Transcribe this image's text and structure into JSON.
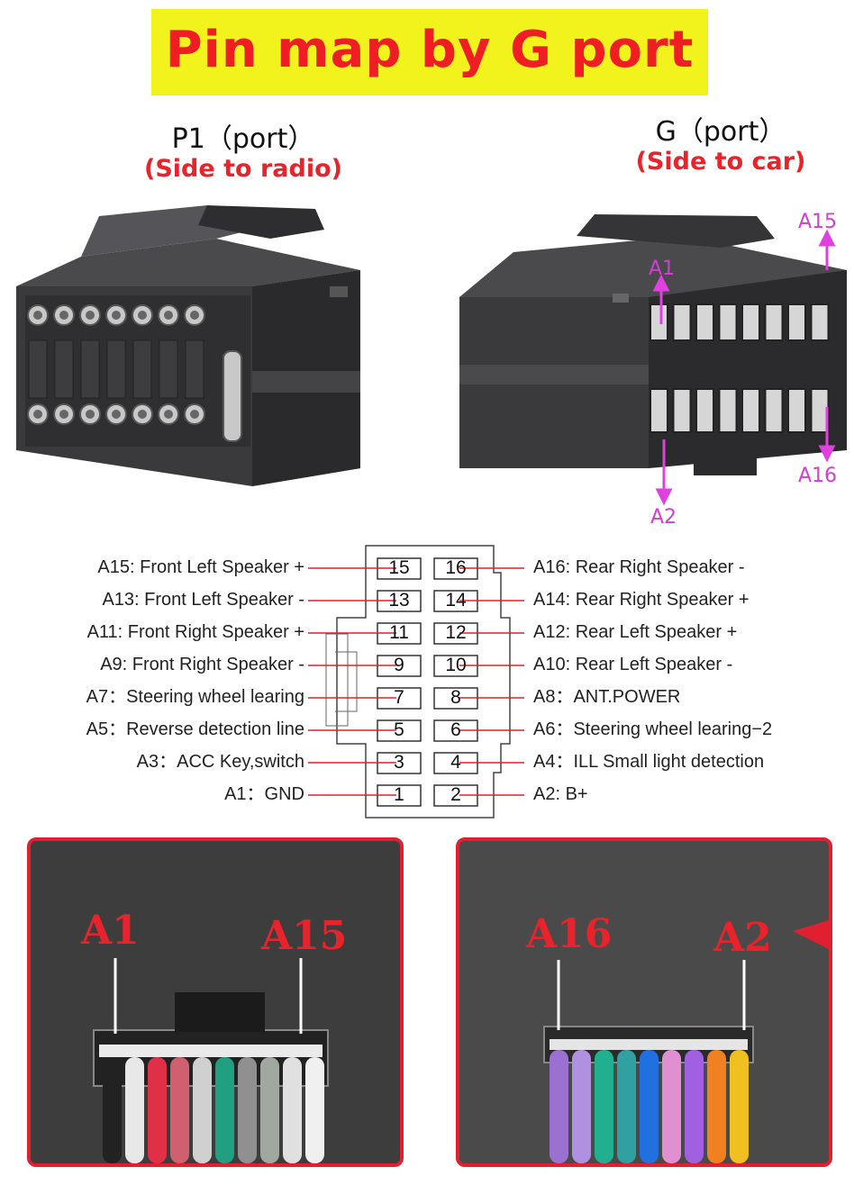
{
  "banner": {
    "title": "Pin map by G port"
  },
  "connectors": {
    "p1": {
      "name": "P1（port）",
      "side": "(Side to radio)"
    },
    "g": {
      "name": "G（port）",
      "side": "(Side to car)"
    }
  },
  "g_arrows": {
    "a15": "A15",
    "a1": "A1",
    "a2": "A2",
    "a16": "A16"
  },
  "pinmap": {
    "left_pins": [
      "15",
      "13",
      "11",
      "9",
      "7",
      "5",
      "3",
      "1"
    ],
    "right_pins": [
      "16",
      "14",
      "12",
      "10",
      "8",
      "6",
      "4",
      "2"
    ],
    "left_labels": [
      "A15: Front Left Speaker +",
      "A13: Front Left Speaker -",
      "A11: Front Right Speaker +",
      "A9: Front Right Speaker -",
      "A7：Steering wheel learing",
      "A5：Reverse detection line",
      "A3：ACC Key,switch",
      "A1：GND"
    ],
    "right_labels": [
      "A16: Rear Right Speaker -",
      "A14: Rear Right Speaker +",
      "A12: Rear Left Speaker +",
      "A10: Rear Left Speaker -",
      "A8：ANT.POWER",
      "A6：Steering wheel learing−2",
      "A4：ILL   Small light detection",
      "A2: B+"
    ]
  },
  "photos": {
    "left": {
      "label_a": "A1",
      "label_b": "A15"
    },
    "right": {
      "label_a": "A16",
      "label_b": "A2"
    }
  },
  "colors": {
    "banner_bg": "#f2f21c",
    "title_red": "#ef1d24",
    "arrow_magenta": "#e040e0",
    "frame_red": "#e02030"
  }
}
